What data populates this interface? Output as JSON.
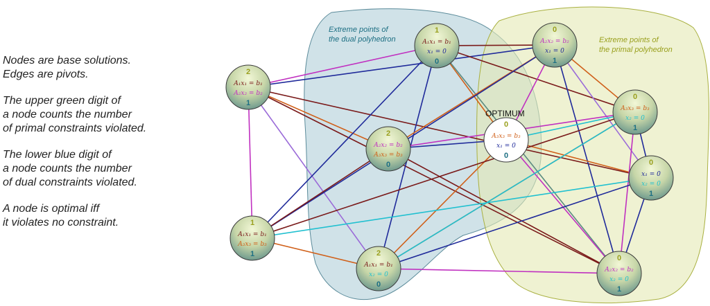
{
  "legend": {
    "p1": [
      "Nodes are base solutions.",
      "Edges are pivots."
    ],
    "p2": [
      "The upper green digit of",
      "a node counts the number",
      "of primal constraints violated."
    ],
    "p3": [
      "The lower blue digit of",
      "a node counts the number",
      "of dual constraints violated."
    ],
    "p4": [
      "A node is optimal iff",
      "it violates no constraint."
    ]
  },
  "regions": {
    "dual": [
      "Extreme points of",
      "the dual polyhedron"
    ],
    "primal": [
      "Extreme points of",
      "the primal polyhedron"
    ]
  },
  "optimum_label": "OPTIMUM",
  "colors": {
    "primal_digit": "#9aa01e",
    "dual_digit": "#1d6f83",
    "dual_region": "#b7d3dc",
    "primal_region": "#e4e9b4"
  },
  "nodes": [
    {
      "id": "n1",
      "top": "1",
      "bottom": "0",
      "eq1": "A₁x₁ = b₁",
      "c1": "#7a1a1a",
      "eq2": "x₁ = 0",
      "c2": "#1f2a9a"
    },
    {
      "id": "n2",
      "top": "0",
      "bottom": "1",
      "eq1": "A₂x₂ = b₂",
      "c1": "#c030c0",
      "eq2": "x₁ = 0",
      "c2": "#1f2a9a"
    },
    {
      "id": "n3",
      "top": "2",
      "bottom": "1",
      "eq1": "A₁x₁ = b₁",
      "c1": "#7a1a1a",
      "eq2": "A₂x₂ = b₂",
      "c2": "#c030c0"
    },
    {
      "id": "n4",
      "top": "2",
      "bottom": "0",
      "eq1": "A₂x₂ = b₂",
      "c1": "#c030c0",
      "eq2": "A₃x₃ = b₃",
      "c2": "#d0601a"
    },
    {
      "id": "n5",
      "top": "0",
      "bottom": "0",
      "eq1": "A₃x₃ = b₃",
      "c1": "#d0601a",
      "eq2": "x₁ = 0",
      "c2": "#1f2a9a"
    },
    {
      "id": "n6",
      "top": "0",
      "bottom": "1",
      "eq1": "A₃x₃ = b₃",
      "c1": "#d0601a",
      "eq2": "x₂ = 0",
      "c2": "#20c0d0"
    },
    {
      "id": "n7",
      "top": "0",
      "bottom": "1",
      "eq1": "x₁ = 0",
      "c1": "#1f2a9a",
      "eq2": "x₂ = 0",
      "c2": "#20c0d0"
    },
    {
      "id": "n8",
      "top": "1",
      "bottom": "1",
      "eq1": "A₁x₁ = b₁",
      "c1": "#7a1a1a",
      "eq2": "A₃x₃ = b₃",
      "c2": "#d0601a"
    },
    {
      "id": "n9",
      "top": "2",
      "bottom": "0",
      "eq1": "A₁x₁ = b₁",
      "c1": "#7a1a1a",
      "eq2": "x₂ = 0",
      "c2": "#20c0d0"
    },
    {
      "id": "n10",
      "top": "0",
      "bottom": "1",
      "eq1": "A₂x₂ = b₂",
      "c1": "#c030c0",
      "eq2": "x₂ = 0",
      "c2": "#20c0d0"
    }
  ],
  "edges": [
    {
      "from": "n3",
      "to": "n1",
      "color": "#c030c0"
    },
    {
      "from": "n3",
      "to": "n2",
      "color": "#1f2a9a"
    },
    {
      "from": "n3",
      "to": "n4",
      "color": "#d0601a"
    },
    {
      "from": "n3",
      "to": "n8",
      "color": "#c030c0"
    },
    {
      "from": "n3",
      "to": "n9",
      "color": "#9a6ad8"
    },
    {
      "from": "n3",
      "to": "n10",
      "color": "#7a1a1a"
    },
    {
      "from": "n3",
      "to": "n7",
      "color": "#7a1a1a"
    },
    {
      "from": "n1",
      "to": "n2",
      "color": "#7a1a1a"
    },
    {
      "from": "n1",
      "to": "n8",
      "color": "#1f2a9a"
    },
    {
      "from": "n1",
      "to": "n9",
      "color": "#1f2a9a"
    },
    {
      "from": "n1",
      "to": "n5",
      "color": "#d0601a"
    },
    {
      "from": "n1",
      "to": "n6",
      "color": "#7a1a1a"
    },
    {
      "from": "n1",
      "to": "n10",
      "color": "#5a8a80"
    },
    {
      "from": "n2",
      "to": "n4",
      "color": "#d0601a"
    },
    {
      "from": "n2",
      "to": "n5",
      "color": "#c030c0"
    },
    {
      "from": "n2",
      "to": "n6",
      "color": "#d0601a"
    },
    {
      "from": "n2",
      "to": "n7",
      "color": "#9a6ad8"
    },
    {
      "from": "n2",
      "to": "n8",
      "color": "#1f2a9a"
    },
    {
      "from": "n2",
      "to": "n10",
      "color": "#1f2a9a"
    },
    {
      "from": "n4",
      "to": "n5",
      "color": "#1f2a9a"
    },
    {
      "from": "n4",
      "to": "n6",
      "color": "#c030c0"
    },
    {
      "from": "n4",
      "to": "n8",
      "color": "#7a1a1a"
    },
    {
      "from": "n4",
      "to": "n10",
      "color": "#7a1a1a"
    },
    {
      "from": "n5",
      "to": "n6",
      "color": "#20c0d0"
    },
    {
      "from": "n5",
      "to": "n7",
      "color": "#d0601a"
    },
    {
      "from": "n5",
      "to": "n9",
      "color": "#d0601a"
    },
    {
      "from": "n5",
      "to": "n10",
      "color": "#c030c0"
    },
    {
      "from": "n6",
      "to": "n7",
      "color": "#1f2a9a"
    },
    {
      "from": "n6",
      "to": "n8",
      "color": "#7a1a1a"
    },
    {
      "from": "n6",
      "to": "n9",
      "color": "#d0601a"
    },
    {
      "from": "n6",
      "to": "n10",
      "color": "#c030c0"
    },
    {
      "from": "n7",
      "to": "n8",
      "color": "#20c0d0"
    },
    {
      "from": "n7",
      "to": "n9",
      "color": "#1f2a9a"
    },
    {
      "from": "n7",
      "to": "n10",
      "color": "#1f2a9a"
    },
    {
      "from": "n8",
      "to": "n9",
      "color": "#d0601a"
    },
    {
      "from": "n9",
      "to": "n10",
      "color": "#c030c0"
    },
    {
      "from": "n9",
      "to": "n6",
      "color": "#20c0d0"
    }
  ]
}
